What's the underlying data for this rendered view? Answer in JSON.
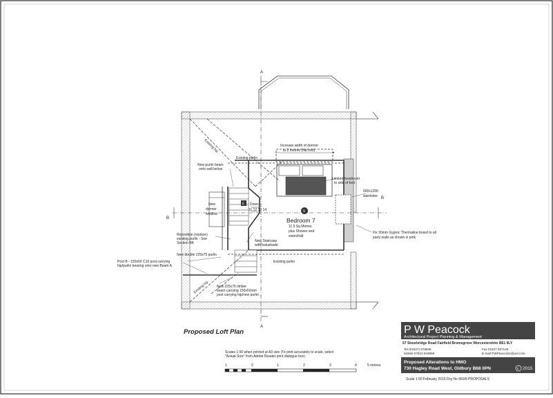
{
  "section_marks": {
    "a": "A",
    "b": "B"
  },
  "labels": {
    "existing_hip_top": "Existing hip",
    "existing_hip_bottom": "Existing hip",
    "existing_purlin_top": "Existing purlin",
    "existing_purlin_bottom": "Existing purlin",
    "dormer_width_1": "Increase width of dormer",
    "dormer_width_2": "to 2 metres (flat roof)",
    "new_purlin_beam_1": "New purlin beam",
    "new_purlin_beam_2": "onto wall below",
    "limited_headroom_1": "Limited headroom",
    "limited_headroom_2": "to side of bed",
    "wardrobe_1": "600x1200",
    "wardrobe_2": "wardrobe",
    "new_dormer_1": "New",
    "new_dormer_2": "dormer",
    "new_dormer_3": "window",
    "down": "Down",
    "stair_numbers": "11 12 13 14",
    "stair_letter": "E",
    "room_name": "Bedroom 7",
    "room_area_1": "11.5 Sq Metres",
    "room_area_2": "plus Shower and",
    "room_area_3": "stairs/hall",
    "smoke_marker": "S",
    "gyproc_1": "Fix 30mm Gyproc Thermaline board to all",
    "gyproc_2": "party walls as shown in pink",
    "reposition_1": "Reposition (replace)",
    "reposition_2": "existing purlin - See",
    "reposition_3": "Section BB",
    "new_staircase_1": "New Staircase",
    "new_staircase_2": "with balustrade",
    "new_double": "New double 225x75 purlin",
    "post_b_1": "Post B - 150x50 C16 post carrying",
    "post_b_2": "hip/purlin bearing onto new Beam A",
    "new_timber_1": "New 225x75 timber",
    "new_timber_2": "beam carrying 150x50mm",
    "new_timber_3": "post carrying hip/new purlin"
  },
  "plan_title": "Proposed Loft Plan",
  "scale_note": {
    "line1": "Scales 1:50 when printed at A3 size (To print accurately to scale, select",
    "line2": "\"Actual Size\" from Adobe Reader print dialogue box)"
  },
  "scale_bar": {
    "ticks": [
      "1",
      "0",
      "1",
      "2",
      "3",
      "4"
    ],
    "unit": "5 metres"
  },
  "title_block": {
    "company": "P W Peacock",
    "tagline": "Architectural Project Planning & Management",
    "address": "57 Stourbridge Road Fairfield Bromsgrove Worcestershire B61 9LY",
    "tel": "Tel (01527) 878845",
    "fax": "Fax 01527 837146",
    "mobile": "Mobile 07813 943858",
    "email": "E-mail PWPeacock1@aol.com",
    "project": "Proposed Alterations to HMO",
    "site": "730 Hagley Road West, Oldbury B68 0PN",
    "copyright": "2015",
    "footer": "Scale 1:50   February 2015   Drg No 960/9   PROPOSALS"
  }
}
